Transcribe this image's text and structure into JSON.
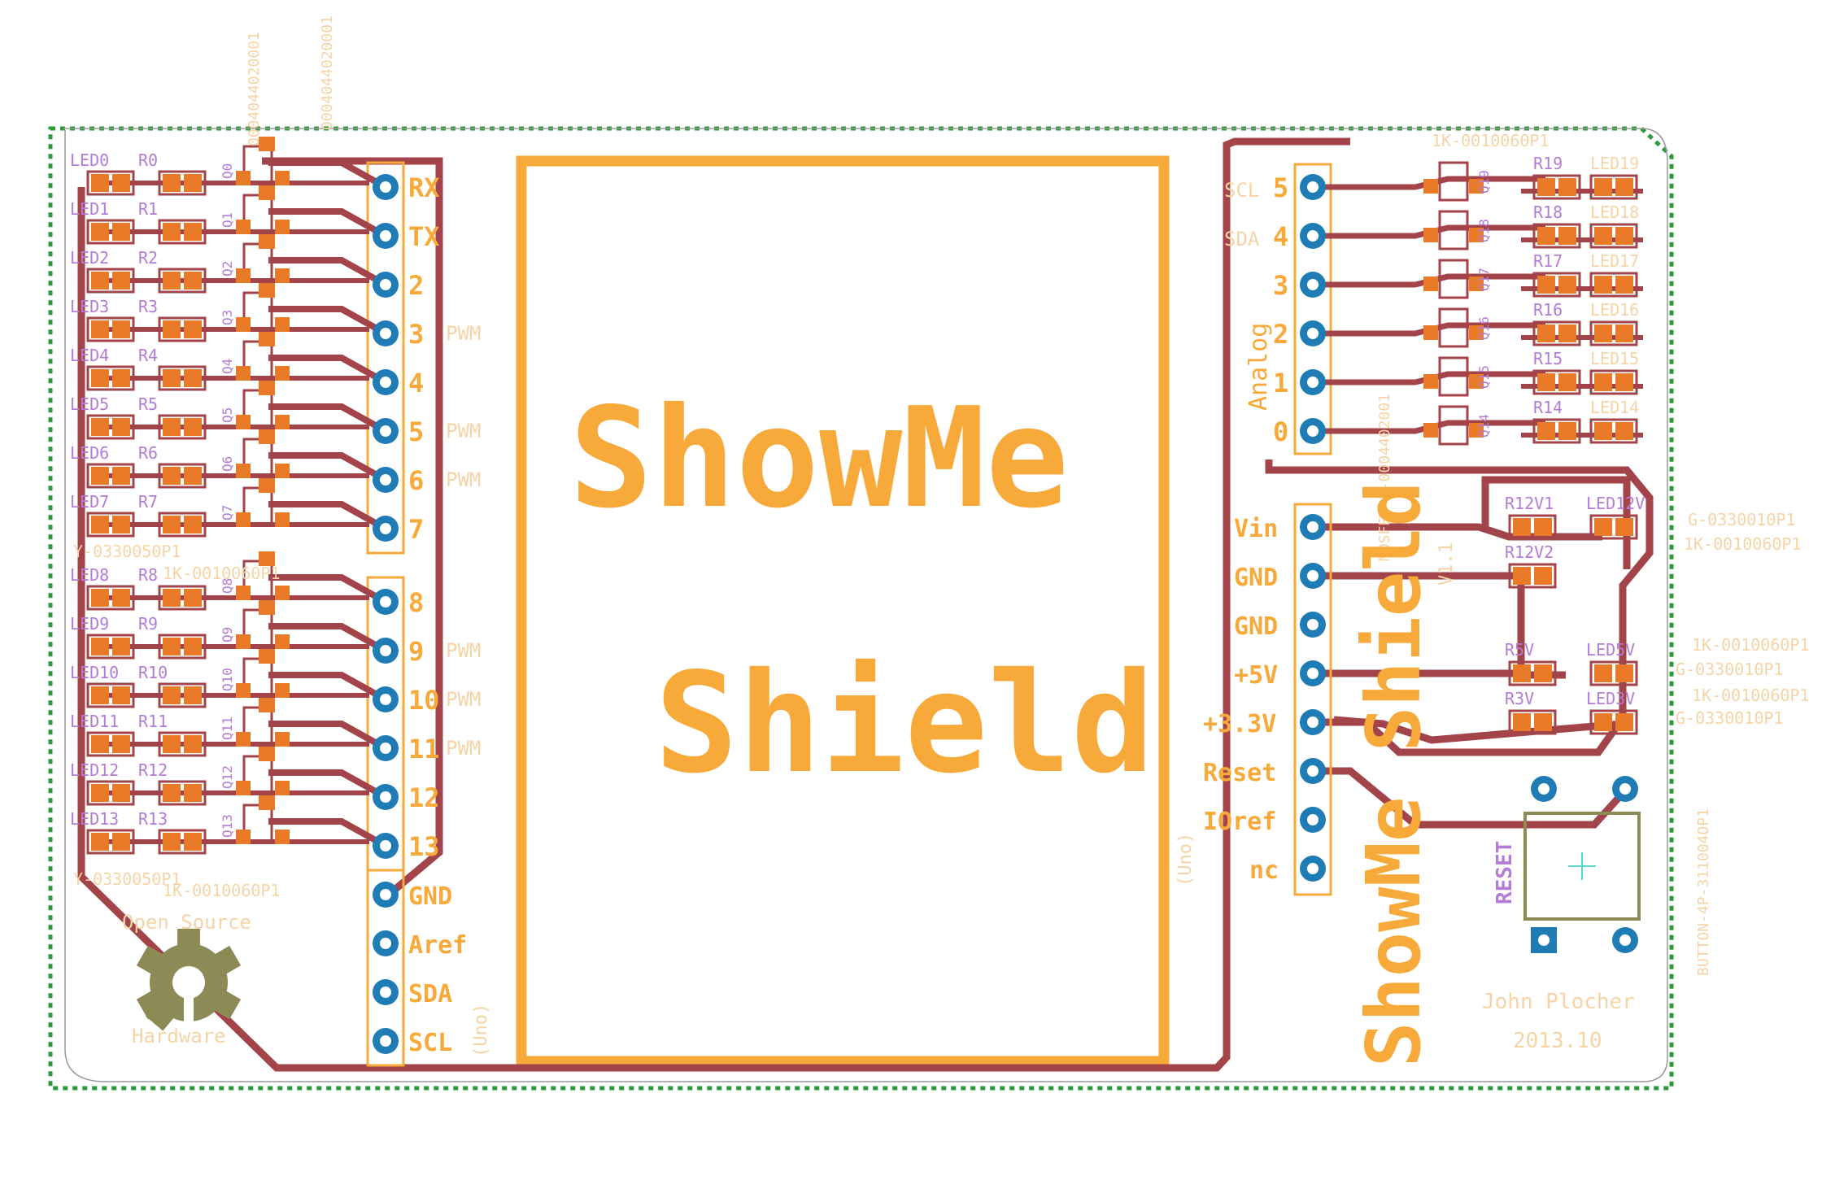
{
  "title_line1": "ShowMe",
  "title_line2": "Shield",
  "side_title": "ShowMe Shield",
  "author": "John Plocher",
  "date": "2013.10",
  "open_source_top": "Open Source",
  "open_source_bottom": "Hardware",
  "uno_left": "(Uno)",
  "uno_center": "(Uno)",
  "analog_label": "Analog",
  "version": "V1.1",
  "reset_label": "RESET",
  "button_part": "BUTTON-4P-311004OP1",
  "colors": {
    "trace": "#a3434a",
    "silk": "#f7a93a",
    "faint": "#f6d4a6",
    "pad": "#e97a28",
    "via": "#1f7cb4",
    "outline": "#2d9a3a",
    "purple": "#b47cd6"
  },
  "left_header": [
    "RX",
    "TX",
    "2",
    "3",
    "4",
    "5",
    "6",
    "7"
  ],
  "left_header2": [
    "8",
    "9",
    "10",
    "11",
    "12",
    "13"
  ],
  "left_lower": [
    "GND",
    "Aref",
    "SDA",
    "SCL"
  ],
  "pwm_label": "PWM",
  "pwm_rows": [
    3,
    5,
    6,
    9,
    10,
    11
  ],
  "left_leds": [
    "LED0",
    "LED1",
    "LED2",
    "LED3",
    "LED4",
    "LED5",
    "LED6",
    "LED7",
    "LED8",
    "LED9",
    "LED10",
    "LED11",
    "LED12",
    "LED13"
  ],
  "left_res": [
    "R0",
    "R1",
    "R2",
    "R3",
    "R4",
    "R5",
    "R6",
    "R7",
    "R8",
    "R9",
    "R10",
    "R11",
    "R12",
    "R13"
  ],
  "part_codes": {
    "res": "1K-0010060P1",
    "led": "G-0330010P1",
    "ledY": "Y-0330050P1",
    "mos1": "0004044020001",
    "mos2": "MOSFET-N-0004402001"
  },
  "analog_header": [
    {
      "num": "5",
      "alt": "SCL"
    },
    {
      "num": "4",
      "alt": "SDA"
    },
    {
      "num": "3",
      "alt": ""
    },
    {
      "num": "2",
      "alt": ""
    },
    {
      "num": "1",
      "alt": ""
    },
    {
      "num": "0",
      "alt": ""
    }
  ],
  "right_leds": [
    "LED19",
    "LED18",
    "LED17",
    "LED16",
    "LED15",
    "LED14"
  ],
  "right_res": [
    "R19",
    "R18",
    "R17",
    "R16",
    "R15",
    "R14"
  ],
  "power_header": [
    "Vin",
    "GND",
    "GND",
    "+5V",
    "+3.3V",
    "Reset",
    "IOref",
    "nc"
  ],
  "power_leds": [
    {
      "res": "R12V1",
      "led": "LED12V"
    },
    {
      "res": "R12V2",
      "led": ""
    },
    {
      "res": "R5V",
      "led": "LED5V"
    },
    {
      "res": "R3V",
      "led": "LED3V"
    }
  ],
  "left_q": [
    "Q0",
    "Q1",
    "Q2",
    "Q3",
    "Q4",
    "Q5",
    "Q6",
    "Q7",
    "Q8",
    "Q9",
    "Q10",
    "Q11",
    "Q12",
    "Q13"
  ],
  "right_q": [
    "Q19",
    "Q18",
    "Q17",
    "Q16",
    "Q15",
    "Q14"
  ]
}
